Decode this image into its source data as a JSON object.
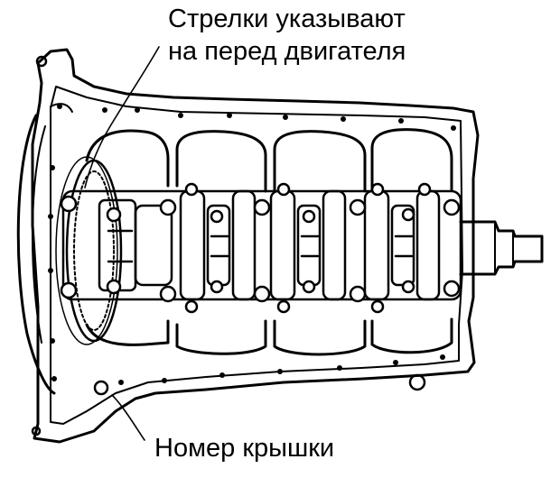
{
  "labels": {
    "arrows_line1": "Стрелки указывают",
    "arrows_line2": "на перед двигателя",
    "cap_number": "Номер крышки"
  },
  "colors": {
    "ink": "#000000",
    "paper": "#ffffff"
  }
}
